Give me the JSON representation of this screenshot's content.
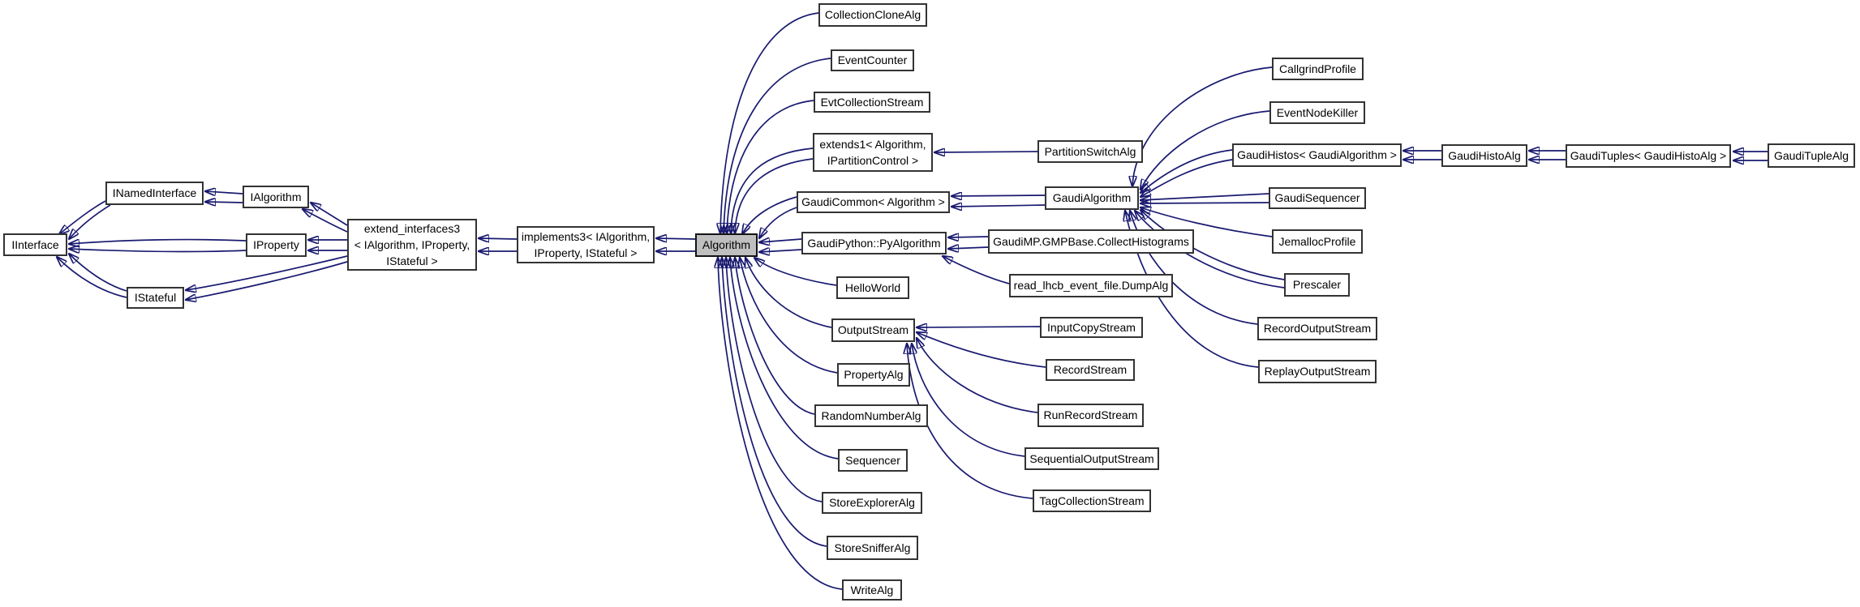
{
  "diagram": {
    "type": "doxygen-inheritance-graph",
    "colors": {
      "background": "#ffffff",
      "edge": "#191970",
      "node_border": "#333333",
      "node_fill": "#ffffff",
      "current_node_fill": "#bfbfbf",
      "text": "#000000"
    },
    "nodes": {
      "iinterface": {
        "label": "IInterface"
      },
      "inamedinterface": {
        "label": "INamedInterface"
      },
      "ialgorithm": {
        "label": "IAlgorithm"
      },
      "iproperty": {
        "label": "IProperty"
      },
      "istateful": {
        "label": "IStateful"
      },
      "extend_interfaces3": {
        "label": "extend_interfaces3\n< IAlgorithm, IProperty,\nIStateful >"
      },
      "implements3": {
        "label": "implements3< IAlgorithm,\nIProperty, IStateful >"
      },
      "algorithm": {
        "label": "Algorithm"
      },
      "collectionclonealg": {
        "label": "CollectionCloneAlg"
      },
      "eventcounter": {
        "label": "EventCounter"
      },
      "evtcollectionstream": {
        "label": "EvtCollectionStream"
      },
      "extends1": {
        "label": "extends1< Algorithm,\nIPartitionControl >"
      },
      "gaudicommon": {
        "label": "GaudiCommon< Algorithm >"
      },
      "pyalgorithm": {
        "label": "GaudiPython::PyAlgorithm"
      },
      "helloworld": {
        "label": "HelloWorld"
      },
      "outputstream": {
        "label": "OutputStream"
      },
      "propertyalg": {
        "label": "PropertyAlg"
      },
      "randomnumberalg": {
        "label": "RandomNumberAlg"
      },
      "sequencer": {
        "label": "Sequencer"
      },
      "storeexploreralg": {
        "label": "StoreExplorerAlg"
      },
      "storesnifferalg": {
        "label": "StoreSnifferAlg"
      },
      "writealg": {
        "label": "WriteAlg"
      },
      "partitionswitchalg": {
        "label": "PartitionSwitchAlg"
      },
      "gaudialgorithm": {
        "label": "GaudiAlgorithm"
      },
      "collecthistograms": {
        "label": "GaudiMP.GMPBase.CollectHistograms"
      },
      "dumpalg": {
        "label": "read_lhcb_event_file.DumpAlg"
      },
      "inputcopystream": {
        "label": "InputCopyStream"
      },
      "recordstream": {
        "label": "RecordStream"
      },
      "runrecordstream": {
        "label": "RunRecordStream"
      },
      "sequentialoutputstream": {
        "label": "SequentialOutputStream"
      },
      "tagcollectionstream": {
        "label": "TagCollectionStream"
      },
      "callgrindprofile": {
        "label": "CallgrindProfile"
      },
      "eventnodekiller": {
        "label": "EventNodeKiller"
      },
      "gaudihistos": {
        "label": "GaudiHistos< GaudiAlgorithm >"
      },
      "gaudisequencer": {
        "label": "GaudiSequencer"
      },
      "jemallocprofile": {
        "label": "JemallocProfile"
      },
      "prescaler": {
        "label": "Prescaler"
      },
      "recordoutputstream": {
        "label": "RecordOutputStream"
      },
      "replayoutputstream": {
        "label": "ReplayOutputStream"
      },
      "gaudihistoalg": {
        "label": "GaudiHistoAlg"
      },
      "gaudituples": {
        "label": "GaudiTuples< GaudiHistoAlg >"
      },
      "gaudituplealg": {
        "label": "GaudiTupleAlg"
      }
    },
    "edges": [
      {
        "from": "inamedinterface",
        "to": "iinterface",
        "arrows": 2
      },
      {
        "from": "iproperty",
        "to": "iinterface",
        "arrows": 2
      },
      {
        "from": "istateful",
        "to": "iinterface",
        "arrows": 2
      },
      {
        "from": "ialgorithm",
        "to": "inamedinterface",
        "arrows": 2
      },
      {
        "from": "extend_interfaces3",
        "to": "ialgorithm",
        "arrows": 2
      },
      {
        "from": "extend_interfaces3",
        "to": "iproperty",
        "arrows": 2
      },
      {
        "from": "extend_interfaces3",
        "to": "istateful",
        "arrows": 2
      },
      {
        "from": "implements3",
        "to": "extend_interfaces3",
        "arrows": 2
      },
      {
        "from": "algorithm",
        "to": "implements3",
        "arrows": 2
      },
      {
        "from": "collectionclonealg",
        "to": "algorithm",
        "arrows": 1
      },
      {
        "from": "eventcounter",
        "to": "algorithm",
        "arrows": 1
      },
      {
        "from": "evtcollectionstream",
        "to": "algorithm",
        "arrows": 1
      },
      {
        "from": "extends1",
        "to": "algorithm",
        "arrows": 2
      },
      {
        "from": "gaudicommon",
        "to": "algorithm",
        "arrows": 2
      },
      {
        "from": "pyalgorithm",
        "to": "algorithm",
        "arrows": 2
      },
      {
        "from": "helloworld",
        "to": "algorithm",
        "arrows": 1
      },
      {
        "from": "outputstream",
        "to": "algorithm",
        "arrows": 1
      },
      {
        "from": "propertyalg",
        "to": "algorithm",
        "arrows": 1
      },
      {
        "from": "randomnumberalg",
        "to": "algorithm",
        "arrows": 1
      },
      {
        "from": "sequencer",
        "to": "algorithm",
        "arrows": 1
      },
      {
        "from": "storeexploreralg",
        "to": "algorithm",
        "arrows": 1
      },
      {
        "from": "storesnifferalg",
        "to": "algorithm",
        "arrows": 1
      },
      {
        "from": "writealg",
        "to": "algorithm",
        "arrows": 1
      },
      {
        "from": "partitionswitchalg",
        "to": "extends1",
        "arrows": 1
      },
      {
        "from": "gaudialgorithm",
        "to": "gaudicommon",
        "arrows": 2
      },
      {
        "from": "collecthistograms",
        "to": "pyalgorithm",
        "arrows": 2
      },
      {
        "from": "dumpalg",
        "to": "pyalgorithm",
        "arrows": 1
      },
      {
        "from": "inputcopystream",
        "to": "outputstream",
        "arrows": 1
      },
      {
        "from": "recordstream",
        "to": "outputstream",
        "arrows": 1
      },
      {
        "from": "runrecordstream",
        "to": "outputstream",
        "arrows": 1
      },
      {
        "from": "sequentialoutputstream",
        "to": "outputstream",
        "arrows": 1
      },
      {
        "from": "tagcollectionstream",
        "to": "outputstream",
        "arrows": 1
      },
      {
        "from": "callgrindprofile",
        "to": "gaudialgorithm",
        "arrows": 1
      },
      {
        "from": "eventnodekiller",
        "to": "gaudialgorithm",
        "arrows": 1
      },
      {
        "from": "gaudihistos",
        "to": "gaudialgorithm",
        "arrows": 2
      },
      {
        "from": "gaudisequencer",
        "to": "gaudialgorithm",
        "arrows": 2
      },
      {
        "from": "jemallocprofile",
        "to": "gaudialgorithm",
        "arrows": 1
      },
      {
        "from": "prescaler",
        "to": "gaudialgorithm",
        "arrows": 2
      },
      {
        "from": "recordoutputstream",
        "to": "gaudialgorithm",
        "arrows": 1
      },
      {
        "from": "replayoutputstream",
        "to": "gaudialgorithm",
        "arrows": 1
      },
      {
        "from": "gaudihistoalg",
        "to": "gaudihistos",
        "arrows": 2
      },
      {
        "from": "gaudituples",
        "to": "gaudihistoalg",
        "arrows": 2
      },
      {
        "from": "gaudituplealg",
        "to": "gaudituples",
        "arrows": 2
      }
    ]
  }
}
